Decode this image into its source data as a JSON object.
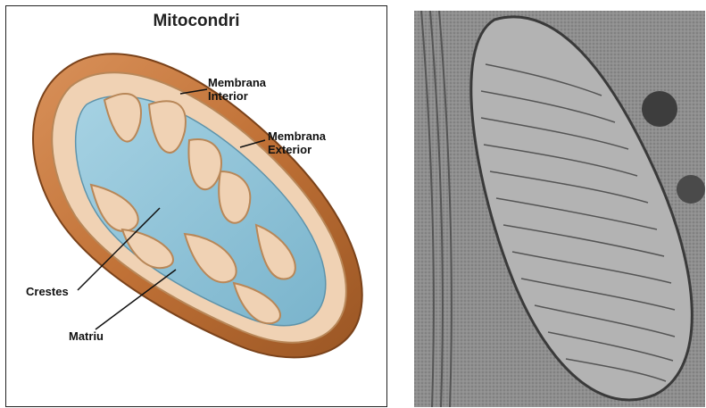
{
  "diagram": {
    "title": "Mitocondri",
    "labels": {
      "membrana_interior_line1": "Membrana",
      "membrana_interior_line2": "Interior",
      "membrana_exterior_line1": "Membrana",
      "membrana_exterior_line2": "Exterior",
      "crestes": "Crestes",
      "matriu": "Matriu"
    },
    "colors": {
      "outer_membrane": "#c97a3a",
      "inner_membrane": "#f0d2b4",
      "matrix": "#8fc3d9",
      "micrograph_gray": "#8f8f8f"
    }
  }
}
